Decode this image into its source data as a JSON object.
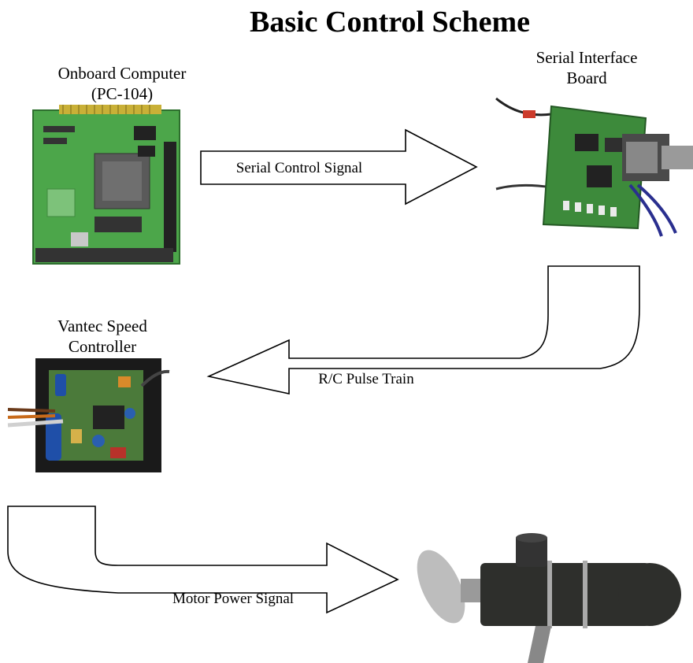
{
  "title": "Basic Control Scheme",
  "components": {
    "computer": {
      "line1": "Onboard Computer",
      "line2": "(PC-104)"
    },
    "serial_board": {
      "line1": "Serial Interface",
      "line2": "Board"
    },
    "speed_controller": {
      "line1": "Vantec Speed",
      "line2": "Controller"
    }
  },
  "arrows": {
    "serial_control": "Serial Control Signal",
    "pulse_train": "R/C Pulse Train",
    "motor_power": "Motor Power Signal"
  },
  "colors": {
    "pcb_green": "#3f9a3f",
    "chip_gray": "#555555",
    "wire_blue": "#2a2f8f",
    "board_black": "#1a1a1a",
    "thruster_body": "#2e2f2c"
  }
}
